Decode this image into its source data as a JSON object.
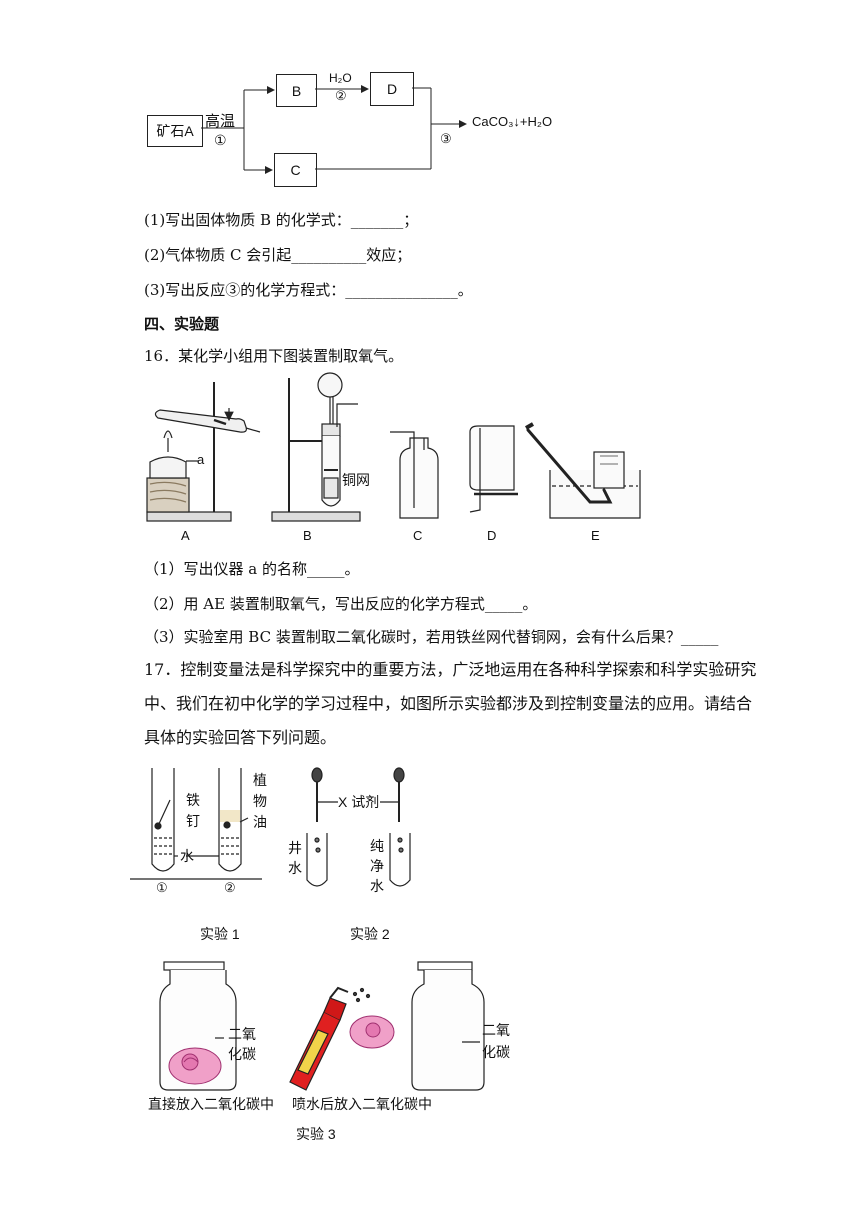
{
  "flow": {
    "ore_label": "矿石A",
    "condition_label": "高温",
    "step1": "①",
    "box_b": "B",
    "box_c": "C",
    "box_d": "D",
    "water": "H₂O",
    "step2": "②",
    "step3": "③",
    "product": "CaCO₃↓+H₂O"
  },
  "q15": {
    "q1": "(1)写出固体物质 B 的化学式：_______；",
    "q2": "(2)气体物质 C 会引起__________效应；",
    "q3": "(3)写出反应③的化学方程式：_______________。"
  },
  "section": {
    "title": "四、实验题"
  },
  "q16": {
    "stem": "16．某化学小组用下图装置制取氧气。",
    "label_a": "a",
    "label_copper": "铜网",
    "apparatus": [
      "A",
      "B",
      "C",
      "D",
      "E"
    ],
    "q1": "（1）写出仪器 a 的名称_____。",
    "q2": "（2）用 AE 装置制取氧气，写出反应的化学方程式_____。",
    "q3": "（3）实验室用 BC 装置制取二氧化碳时，若用铁丝网代替铜网，会有什么后果？_____"
  },
  "q17": {
    "line1": "17．控制变量法是科学探究中的重要方法，广泛地运用在各种科学探索和科学实验研究",
    "line2": "中、我们在初中化学的学习过程中，如图所示实验都涉及到控制变量法的应用。请结合",
    "line3": "具体的实验回答下列问题。"
  },
  "exp1": {
    "nail": [
      "铁",
      "钉"
    ],
    "oil": [
      "植",
      "物",
      "油"
    ],
    "water": "水",
    "tube1": "①",
    "tube2": "②",
    "caption": "实验 1"
  },
  "exp2": {
    "reagent": "X 试剂",
    "well_water": [
      "井",
      "水"
    ],
    "pure_water": [
      "纯",
      "净",
      "水"
    ],
    "caption": "实验 2"
  },
  "exp3": {
    "co2_left": [
      "二氧",
      "化碳"
    ],
    "co2_right": [
      "二氧",
      "化碳"
    ],
    "caption_left": "直接放入二氧化碳中",
    "caption_right": "喷水后放入二氧化碳中",
    "caption": "实验 3"
  }
}
